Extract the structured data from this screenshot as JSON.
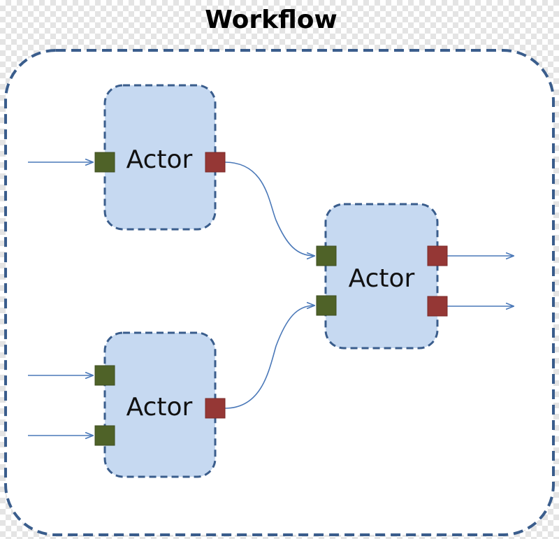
{
  "diagram": {
    "title": "Workflow",
    "actors": [
      {
        "id": "actor-1",
        "label": "Actor"
      },
      {
        "id": "actor-2",
        "label": "Actor"
      },
      {
        "id": "actor-3",
        "label": "Actor"
      }
    ],
    "colors": {
      "border": "#3a5d8c",
      "actor_fill": "#c6d9f1",
      "input_port": "#4f6228",
      "output_port": "#953735",
      "edge": "#4a78b8",
      "title": "#000000",
      "label": "#111111"
    }
  }
}
